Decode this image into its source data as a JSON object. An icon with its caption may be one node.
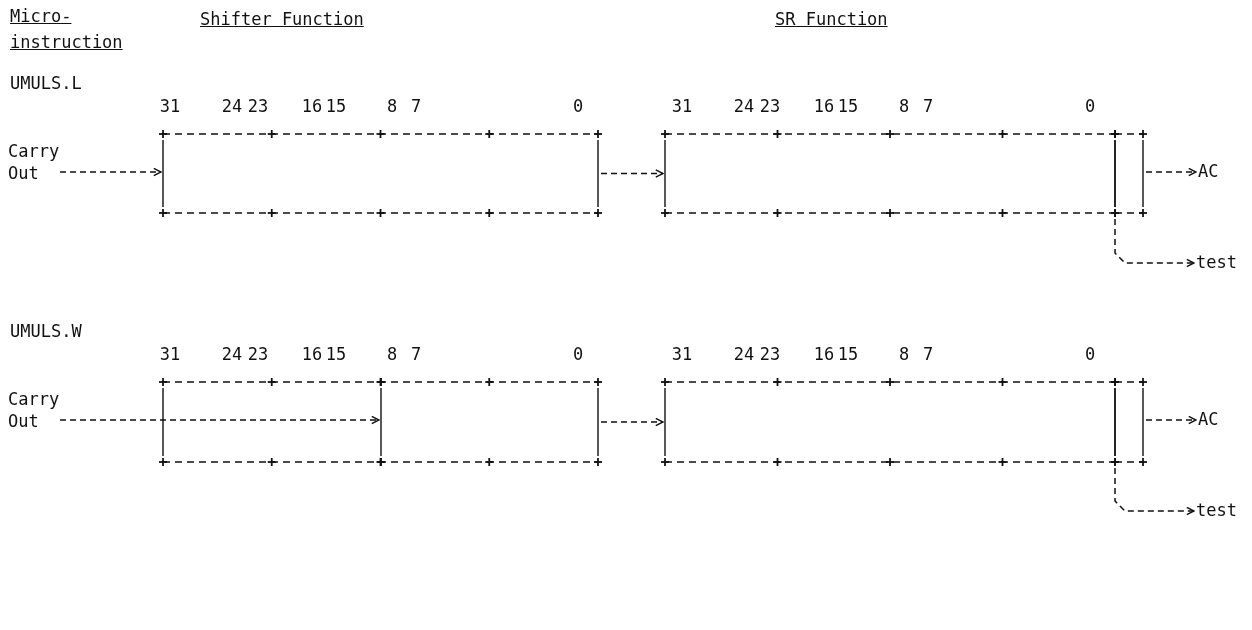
{
  "diagram": {
    "nodes": [
      {
        "text": [
          "Carry Out"
        ]
      },
      {
        "text": [],
        "shape": "box"
      },
      {
        "text": [],
        "shape": "box"
      },
      {
        "text": [],
        "shape": "box"
      },
      {
        "text": [
          "AC"
        ]
      },
      {
        "text": [
          "test"
        ]
      },
      {
        "text": [
          "Carry Out"
        ]
      },
      {
        "text": [],
        "shape": "box"
      },
      {
        "text": [],
        "shape": "box",
        "in": 7
      },
      {
        "text": [],
        "shape": "box"
      },
      {
        "text": [],
        "shape": "box"
      },
      {
        "text": [
          "AC"
        ]
      },
      {
        "text": [
          "test"
        ]
      }
    ],
    "edges": [
      {
        "from": 0,
        "to": 1,
        "arrow": "to"
      },
      {
        "from": 1,
        "to": 2,
        "arrow": "to"
      },
      {
        "from": 3,
        "to": 4,
        "arrow": "to"
      },
      {
        "from": 2,
        "to": 5,
        "arrow": "to"
      },
      {
        "from": 6,
        "to": 8,
        "arrow": "to"
      },
      {
        "from": 7,
        "to": 9,
        "arrow": "to"
      },
      {
        "from": 10,
        "to": 11,
        "arrow": "to"
      },
      {
        "from": 9,
        "to": 12,
        "arrow": "to"
      }
    ],
    "labels": [
      "Micro- instruction",
      "Shifter Function",
      "SR Function",
      "UMULS.L",
      "31",
      "24",
      "23",
      "16",
      "15",
      "8",
      "7",
      "0",
      "31",
      "24",
      "23",
      "16",
      "15",
      "8",
      "7",
      "0",
      "UMULS.W",
      "31",
      "24",
      "23",
      "16",
      "15",
      "8",
      "7",
      "0",
      "31",
      "24",
      "23",
      "16",
      "15",
      "8",
      "7",
      "0"
    ]
  }
}
